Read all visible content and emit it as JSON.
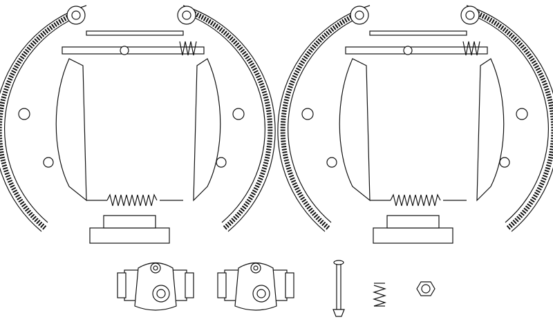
{
  "drawing": {
    "line_color": "#111111",
    "background": "#ffffff",
    "parts": {
      "left_shoe_assembly": "brake-shoe-assembly",
      "right_shoe_assembly": "brake-shoe-assembly",
      "wheel_cylinders": 2,
      "accessories": [
        "hold-down-pin",
        "hold-down-spring",
        "adjuster-nut"
      ]
    }
  }
}
